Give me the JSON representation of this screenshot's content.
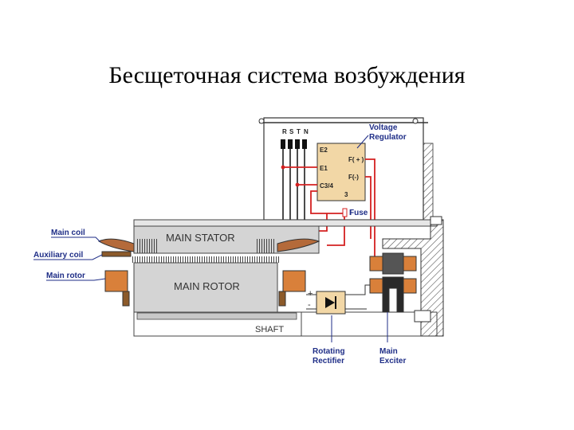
{
  "title": "Бесщеточная система возбуждения",
  "diagram": {
    "phase_labels": [
      "R",
      "S",
      "T",
      "N"
    ],
    "regulator": {
      "title_line1": "Voltage",
      "title_line2": "Regulator",
      "terminals": {
        "e2": "E2",
        "e1": "E1",
        "c34": "C3/4",
        "f_plus": "F( + )",
        "f_minus": "F(-)",
        "three": "3"
      },
      "fuse": "Fuse"
    },
    "machine": {
      "main_stator": "MAIN STATOR",
      "main_rotor": "MAIN ROTOR",
      "shaft": "SHAFT",
      "plus": "+",
      "minus": "-"
    },
    "callouts": {
      "main_coil": "Main coil",
      "auxiliary_coil": "Auxiliary coil",
      "main_rotor": "Main rotor",
      "rotating_rectifier_1": "Rotating",
      "rotating_rectifier_2": "Rectifier",
      "main_exciter_1": "Main",
      "main_exciter_2": "Exciter"
    },
    "colors": {
      "wire_red": "#d42020",
      "coil_orange": "#d9803a",
      "label_blue": "#1f2e87",
      "regulator_fill": "#f2d7a6",
      "stator_gray": "#d4d4d4"
    }
  }
}
